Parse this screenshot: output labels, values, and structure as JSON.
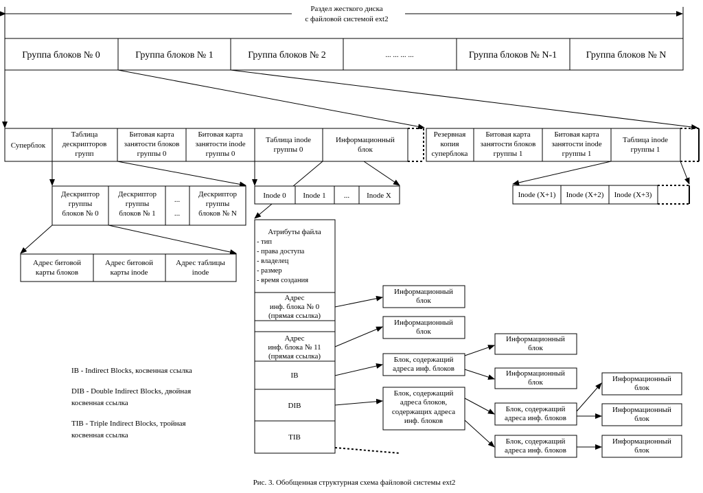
{
  "partition_title": [
    "Раздел жесткого диска",
    "с файловой системой ext2"
  ],
  "block_groups": [
    "Группа блоков № 0",
    "Группа блоков № 1",
    "Группа блоков № 2",
    "... ... ... ...",
    "Группа блоков № N-1",
    "Группа блоков № N"
  ],
  "group0_parts": [
    [
      "Суперблок"
    ],
    [
      "Таблица",
      "дескрипторов",
      "групп"
    ],
    [
      "Битовая карта",
      "занятости блоков",
      "группы 0"
    ],
    [
      "Битовая карта",
      "занятости inode",
      "группы 0"
    ],
    [
      "Таблица inode",
      "группы 0"
    ],
    [
      "Информационный",
      "блок"
    ]
  ],
  "group1_parts": [
    [
      "Резервная",
      "копия",
      "суперблока"
    ],
    [
      "Битовая карта",
      "занятости блоков",
      "группы 1"
    ],
    [
      "Битовая карта",
      "занятости inode",
      "группы 1"
    ],
    [
      "Таблица inode",
      "группы 1"
    ]
  ],
  "descriptors": [
    [
      "Дескриптор",
      "группы",
      "блоков № 0"
    ],
    [
      "Дескриптор",
      "группы",
      "блоков № 1"
    ],
    [
      "...",
      "..."
    ],
    [
      "Дескриптор",
      "группы",
      "блоков № N"
    ]
  ],
  "descriptor_fields": [
    [
      "Адрес битовой",
      "карты блоков"
    ],
    [
      "Адрес битовой",
      "карты inode"
    ],
    [
      "Адрес таблицы",
      "inode"
    ]
  ],
  "inodes_group0": [
    "Inode 0",
    "Inode 1",
    "...",
    "Inode X"
  ],
  "inodes_group1": [
    "Inode (X+1)",
    "Inode (X+2)",
    "Inode (X+3)"
  ],
  "inode_attributes": {
    "title": "Атрибуты файла",
    "items": [
      "- тип",
      "- права доступа",
      "- владелец",
      "- размер",
      "- время создания"
    ]
  },
  "inode_entries": [
    [
      "Адрес",
      "инф. блока № 0",
      "(прямая ссылка)"
    ],
    [
      "Адрес",
      "инф. блока № 11",
      "(прямая ссылка)"
    ],
    [
      "IB"
    ],
    [
      "DIB"
    ],
    [
      "TIB"
    ]
  ],
  "data_blocks": {
    "info_block": [
      "Информационный",
      "блок"
    ],
    "indirect_block": [
      "Блок, содержащий",
      "адреса инф. блоков"
    ],
    "double_indirect_block": [
      "Блок, содержащий",
      "адреса блоков,",
      "содержащих адреса",
      "инф. блоков"
    ]
  },
  "legend": [
    [
      "IB - Indirect Blocks, косвенная ссылка"
    ],
    [
      "DIB - Double Indirect Blocks, двойная",
      "косвенная ссылка"
    ],
    [
      "TIB - Triple Indirect Blocks, тройная",
      "косвенная ссылка"
    ]
  ],
  "caption": "Рис. 3. Обобщенная структурная схема файловой системы ext2"
}
